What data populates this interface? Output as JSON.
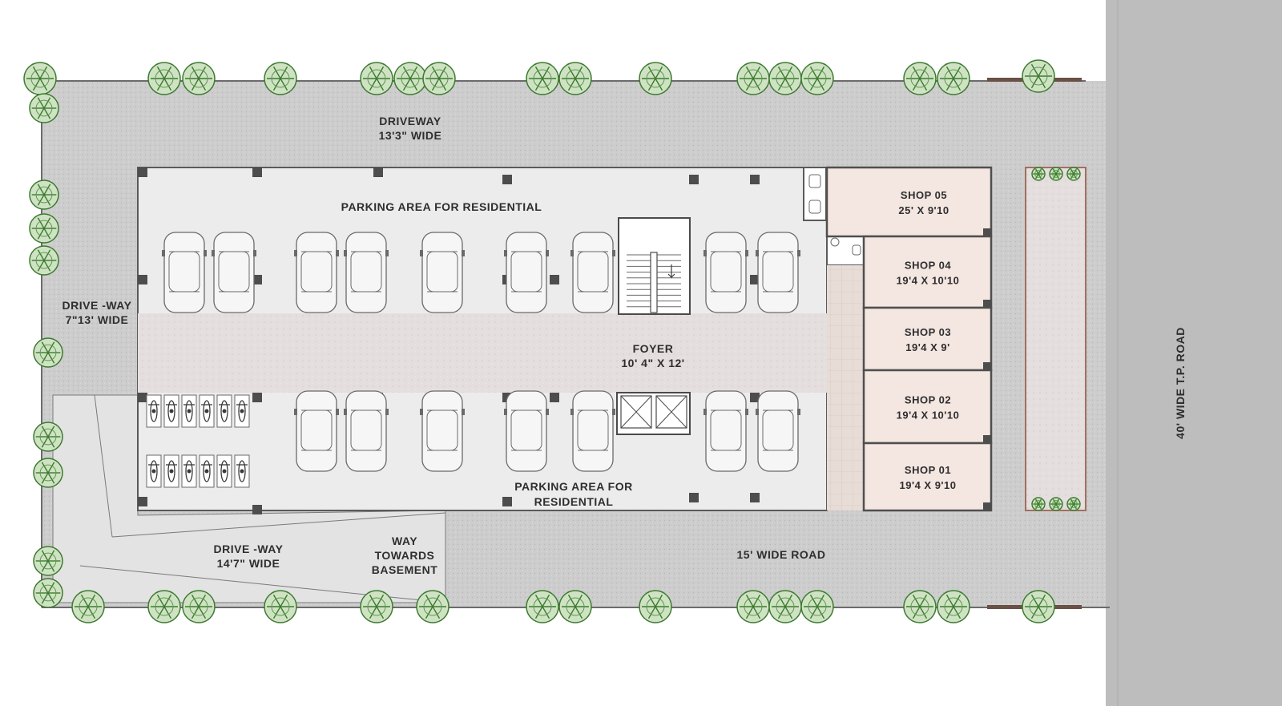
{
  "labels": {
    "driveway_top_1": "DRIVEWAY",
    "driveway_top_2": "13'3\" WIDE",
    "parking_top": "PARKING AREA FOR RESIDENTIAL",
    "parking_bottom_1": "PARKING AREA FOR",
    "parking_bottom_2": "RESIDENTIAL",
    "driveway_left_1": "DRIVE -WAY",
    "driveway_left_2": "7\"13' WIDE",
    "driveway_bottom_1": "DRIVE -WAY",
    "driveway_bottom_2": "14'7\" WIDE",
    "basement_1": "WAY",
    "basement_2": "TOWARDS",
    "basement_3": "BASEMENT",
    "foyer_1": "FOYER",
    "foyer_2": "10' 4\" X 12'",
    "road_bottom": "15' WIDE ROAD",
    "road_right": "40' WIDE T.P. ROAD"
  },
  "shops": [
    {
      "name": "SHOP 05",
      "size": "25' X 9'10"
    },
    {
      "name": "SHOP 04",
      "size": "19'4 X 10'10"
    },
    {
      "name": "SHOP 03",
      "size": "19'4 X 9'"
    },
    {
      "name": "SHOP 02",
      "size": "19'4 X 10'10"
    },
    {
      "name": "SHOP 01",
      "size": "19'4 X 9'10"
    }
  ],
  "colors": {
    "driveway": "#cfcfcf",
    "road": "#bdbdbd",
    "parking": "#ececec",
    "aisle": "#e3dcdc",
    "shop": "#f4e6e1",
    "wall": "#5a5a5a",
    "tree": "#4a8a3a"
  }
}
